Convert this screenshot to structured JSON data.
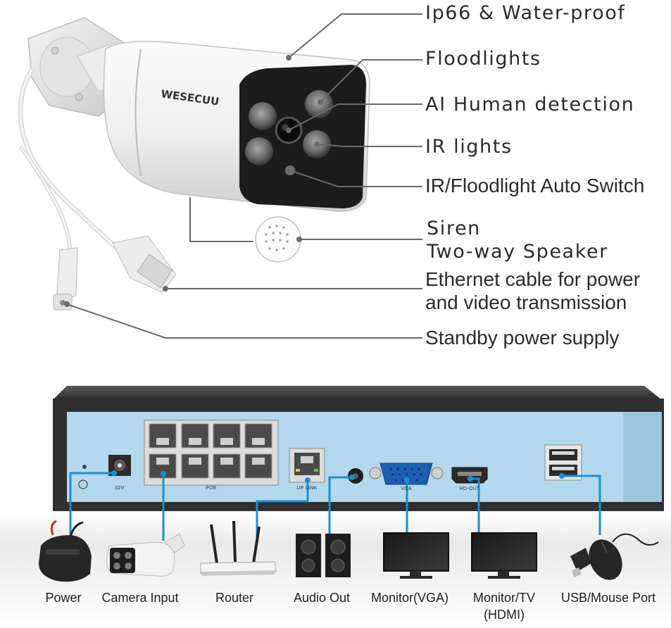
{
  "brand": "WESECUU",
  "callouts": {
    "ip66": "Ip66 & Water-proof",
    "floodlights": "Floodlights",
    "ai": "AI  Human  detection",
    "ir_lights": "IR lights",
    "auto_switch": "IR/Floodlight Auto Switch",
    "siren": "Siren",
    "speaker": "Two-way Speaker",
    "ethernet_line1": "Ethernet cable for power",
    "ethernet_line2": "and video transmission",
    "standby": "Standby power supply"
  },
  "ports": {
    "dc": "52V",
    "poe": "POE",
    "uplink": "UP LINK",
    "vga": "VGA",
    "hdmi": "HD-OUT"
  },
  "devices": {
    "power": "Power",
    "camera": "Camera Input",
    "router": "Router",
    "audio": "Audio Out",
    "monitor_vga": "Monitor(VGA)",
    "monitor_tv_line1": "Monitor/TV",
    "monitor_tv_line2": "(HDMI)",
    "usb": "USB/Mouse Port"
  },
  "colors": {
    "nvr_panel": "#b3d8ee",
    "connector_line": "#1a8fd0",
    "callout_line": "#6a6a6a"
  }
}
